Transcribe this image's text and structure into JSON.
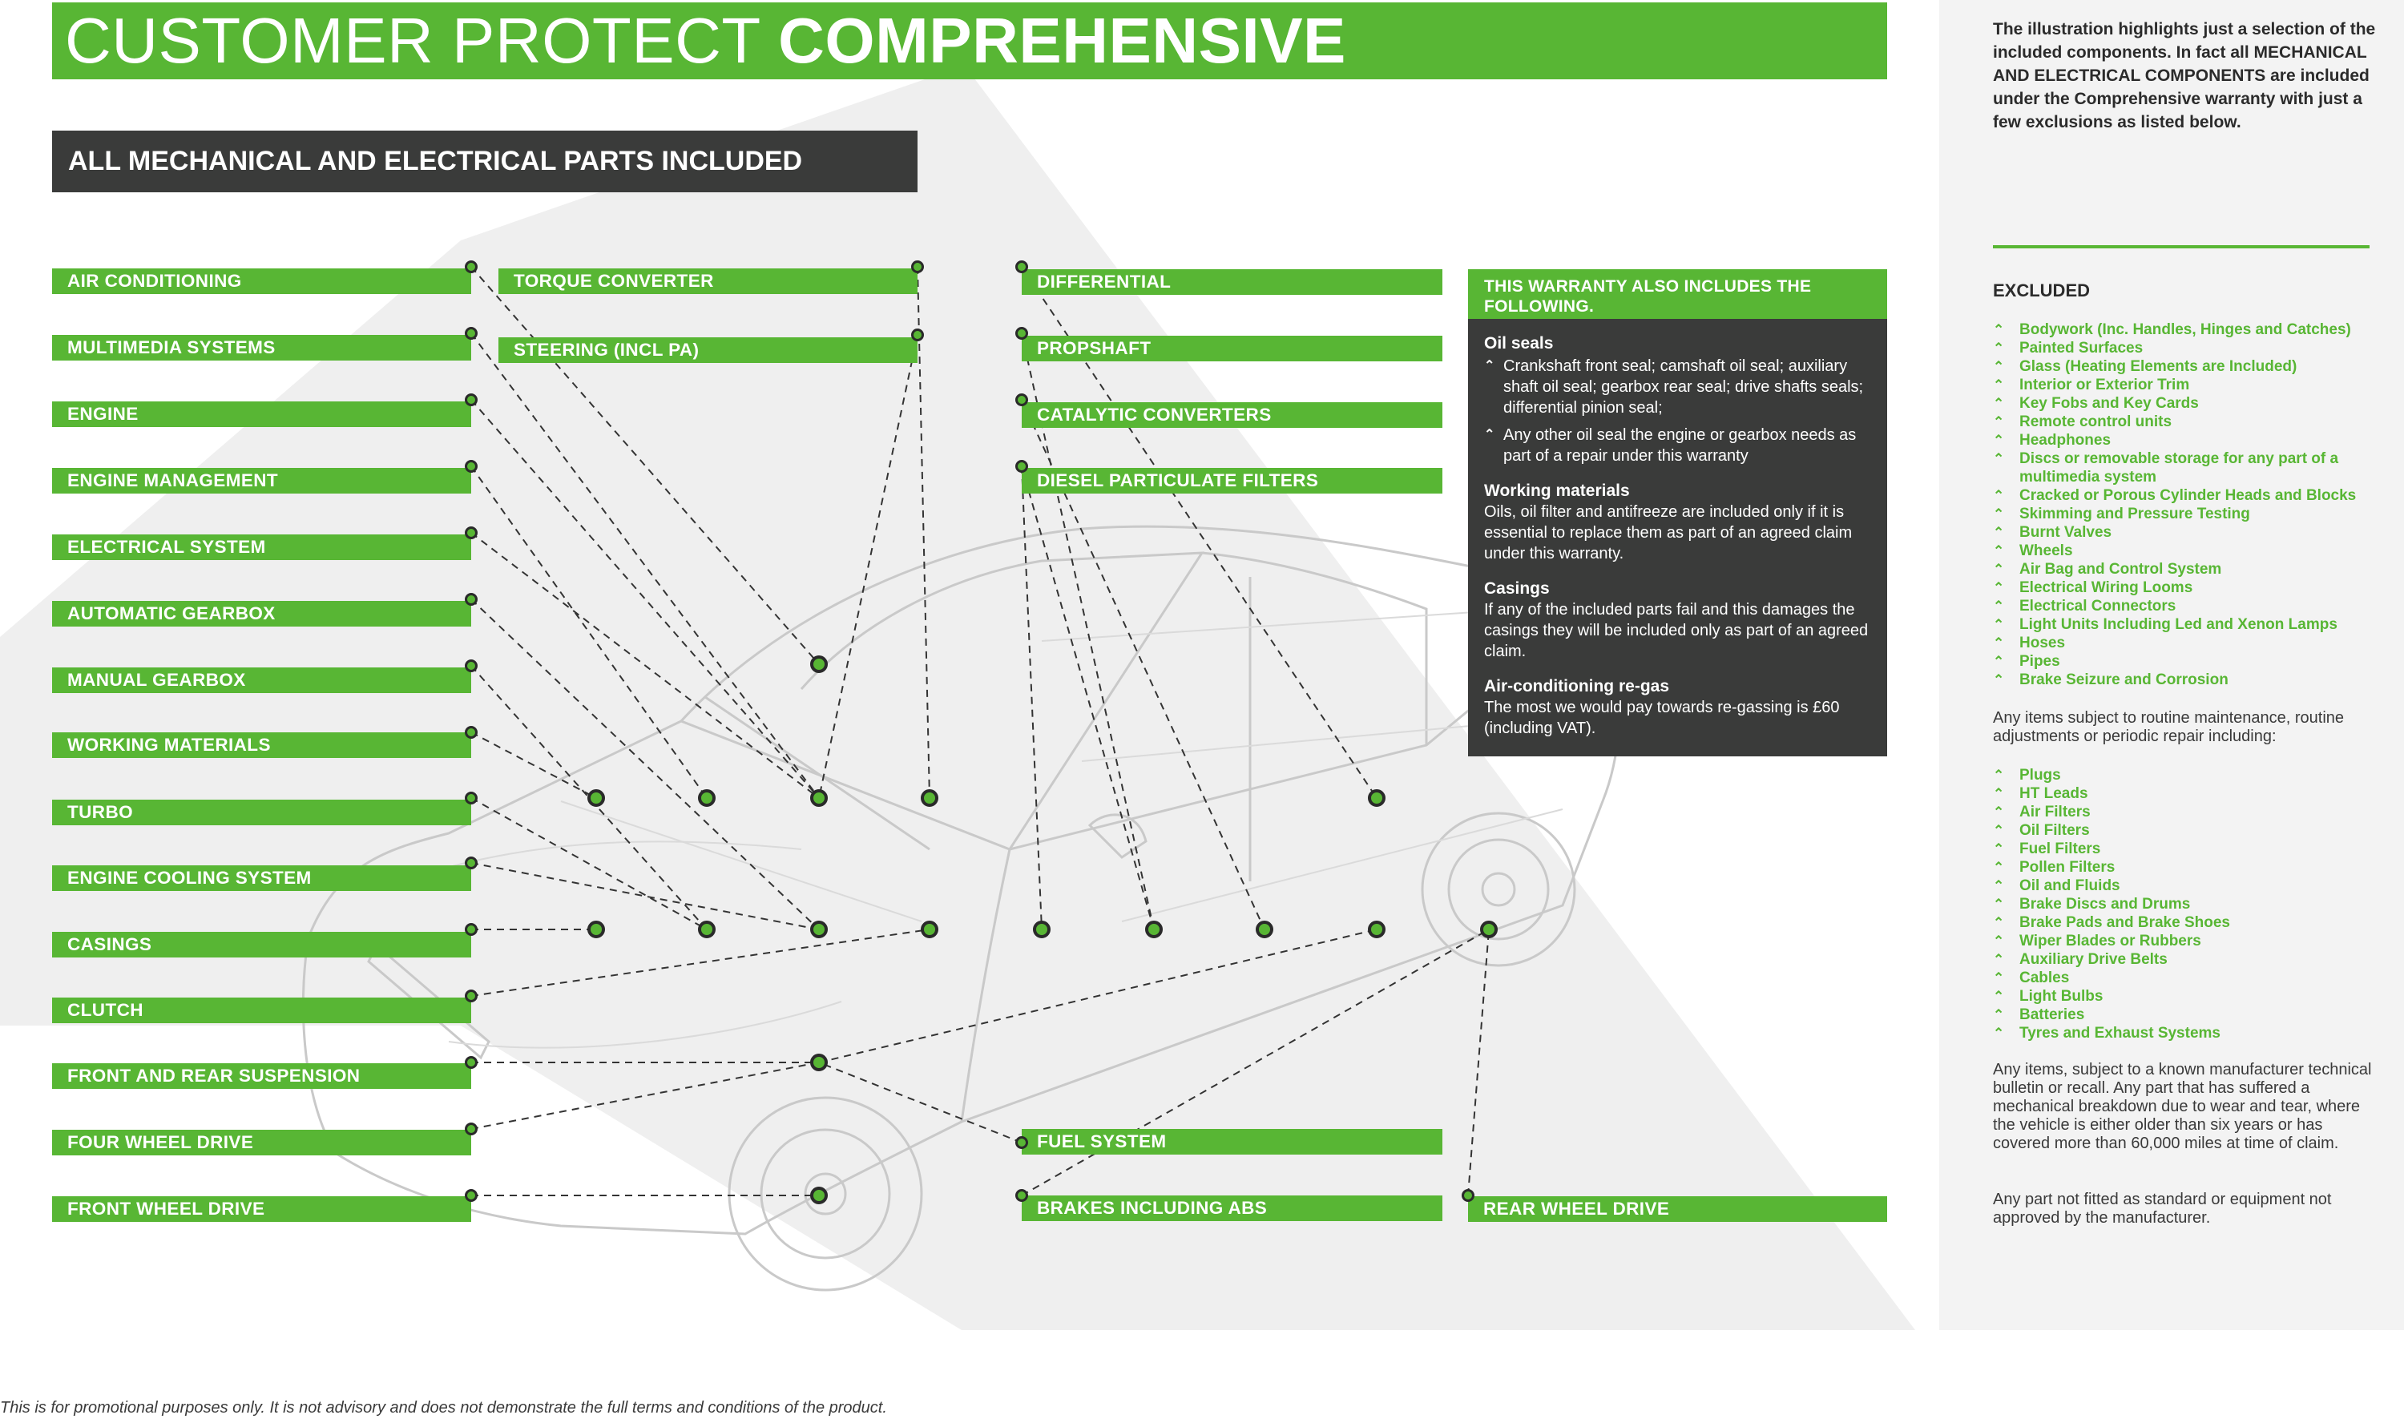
{
  "header": {
    "title_light": "CUSTOMER PROTECT ",
    "title_bold": "COMPREHENSIVE",
    "subtitle": "ALL MECHANICAL AND ELECTRICAL PARTS INCLUDED"
  },
  "components": {
    "col1": [
      "AIR CONDITIONING",
      "MULTIMEDIA SYSTEMS",
      "ENGINE",
      "ENGINE MANAGEMENT",
      "ELECTRICAL SYSTEM",
      "AUTOMATIC GEARBOX",
      "MANUAL GEARBOX",
      "WORKING MATERIALS",
      "TURBO",
      "ENGINE COOLING SYSTEM",
      "CASINGS",
      "CLUTCH",
      "FRONT AND REAR SUSPENSION",
      "FOUR WHEEL DRIVE",
      "FRONT WHEEL DRIVE"
    ],
    "col2": [
      "TORQUE CONVERTER",
      "STEERING (INCL PA)"
    ],
    "col3": [
      "DIFFERENTIAL",
      "PROPSHAFT",
      "CATALYTIC CONVERTERS",
      "DIESEL PARTICULATE FILTERS"
    ],
    "fuel_system": "FUEL SYSTEM",
    "brakes": "BRAKES INCLUDING ABS",
    "rear_wheel_drive": "REAR WHEEL DRIVE"
  },
  "warranty": {
    "heading": "THIS WARRANTY ALSO INCLUDES THE FOLLOWING.",
    "oil_seals_title": "Oil seals",
    "oil_seals_1": "Crankshaft front seal; camshaft oil seal; auxiliary shaft oil seal; gearbox rear seal; drive shafts seals; differential pinion seal;",
    "oil_seals_2": "Any other oil seal the engine or gearbox needs as part of a repair under this warranty",
    "working_title": "Working materials",
    "working_text": "Oils, oil filter and antifreeze are included only if it is essential to replace them as part of an agreed claim under this warranty.",
    "casings_title": "Casings",
    "casings_text": "If any of the included parts fail and this damages the casings they will be included only as part of an agreed claim.",
    "aircon_title": "Air-conditioning re-gas",
    "aircon_text": "The most we would pay towards re-gassing is £60 (including VAT)."
  },
  "sidebar": {
    "intro": "The illustration highlights just a selection of the included components. In fact all MECHANICAL AND ELECTRICAL COMPONENTS are included under the Comprehensive warranty with just a few exclusions as listed below.",
    "excluded_heading": "EXCLUDED",
    "excluded": [
      "Bodywork (Inc. Handles, Hinges and Catches)",
      "Painted Surfaces",
      "Glass (Heating Elements are Included)",
      "Interior or Exterior Trim",
      "Key Fobs and Key Cards",
      "Remote control units",
      "Headphones",
      "Discs or removable storage for any part of a multimedia system",
      "Cracked or Porous Cylinder Heads and Blocks",
      "Skimming and Pressure Testing",
      "Burnt Valves",
      "Wheels",
      "Air Bag and Control System",
      "Electrical Wiring Looms",
      "Electrical Connectors",
      "Light Units Including Led and Xenon Lamps",
      "Hoses",
      "Pipes",
      "Brake Seizure and Corrosion"
    ],
    "routine_intro": "Any items subject to routine maintenance, routine adjustments or periodic repair including:",
    "routine": [
      "Plugs",
      "HT Leads",
      "Air Filters",
      "Oil Filters",
      "Fuel Filters",
      "Pollen Filters",
      "Oil and Fluids",
      "Brake Discs and Drums",
      "Brake Pads and Brake Shoes",
      "Wiper Blades or Rubbers",
      "Auxiliary Drive Belts",
      "Cables",
      "Light Bulbs",
      "Batteries",
      "Tyres and Exhaust Systems"
    ],
    "recall_text": "Any items, subject to a known manufacturer technical bulletin or recall.  Any part that has suffered a mechanical breakdown due to wear and tear, where the vehicle is either older than six years or has covered more than 60,000 miles at time of claim.",
    "nonstandard_text": "Any part not fitted as standard or equipment not approved by the manufacturer."
  },
  "footer": {
    "disclaimer": "This is for promotional purposes only. It is not advisory and does not demonstrate the full terms and conditions of the product."
  },
  "colors": {
    "green": "#58b634",
    "charcoal": "#3a3b3a",
    "panel_grey": "#efefef"
  },
  "icons": {
    "bullet": "chevron-up-icon"
  }
}
